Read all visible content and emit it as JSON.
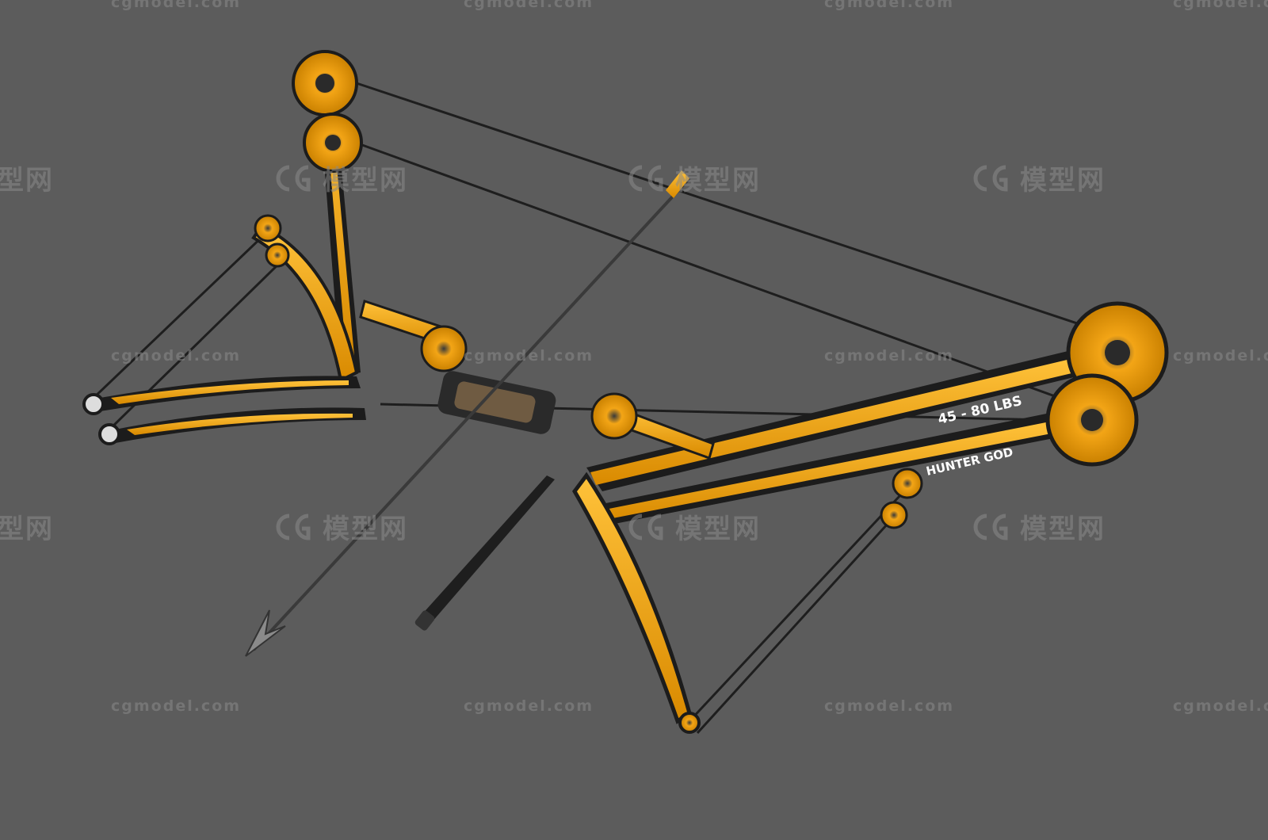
{
  "watermark": {
    "url": "cgmodel.com",
    "logo_text": "模型网"
  },
  "bow_labels": {
    "draw_weight": "45 - 80 LBS",
    "model_name": "HUNTER GOD"
  },
  "colors": {
    "background": "#5c5c5c",
    "accent_orange": "#f0a010",
    "frame_dark": "#1c1c1c",
    "string": "#222222",
    "metal": "#9a9a9a"
  }
}
